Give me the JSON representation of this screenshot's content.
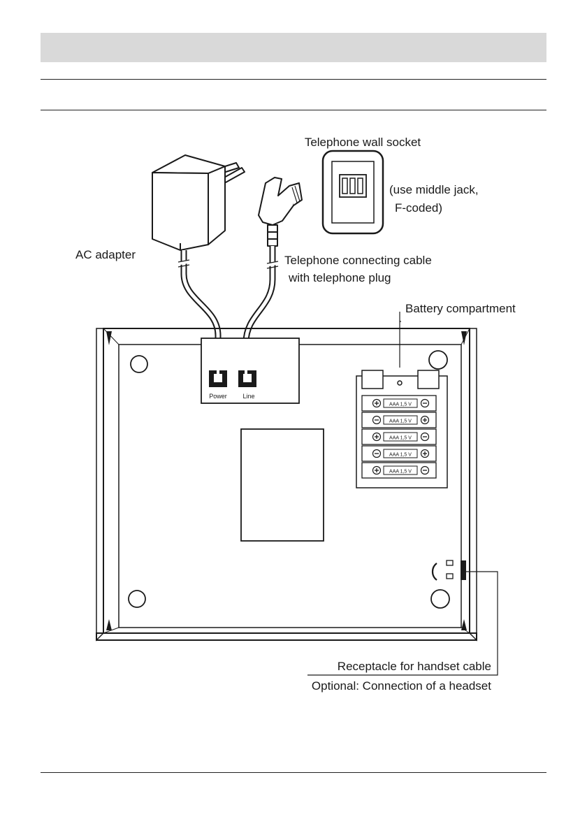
{
  "labels": {
    "wall_socket": "Telephone wall socket",
    "jack_note_1": "(use middle jack,",
    "jack_note_2": "F-coded)",
    "ac_adapter": "AC adapter",
    "cable_1": "Telephone connecting cable",
    "cable_2": "with telephone plug",
    "battery": "Battery compartment",
    "port_power": "Power",
    "port_line": "Line",
    "receptacle": "Receptacle for handset cable",
    "optional": "Optional: Connection of a headset"
  },
  "battery_label": "AAA 1,5 V",
  "battery_rows": [
    {
      "left": "+",
      "right": "-"
    },
    {
      "left": "-",
      "right": "+"
    },
    {
      "left": "+",
      "right": "-"
    },
    {
      "left": "-",
      "right": "+"
    },
    {
      "left": "+",
      "right": "-"
    }
  ]
}
